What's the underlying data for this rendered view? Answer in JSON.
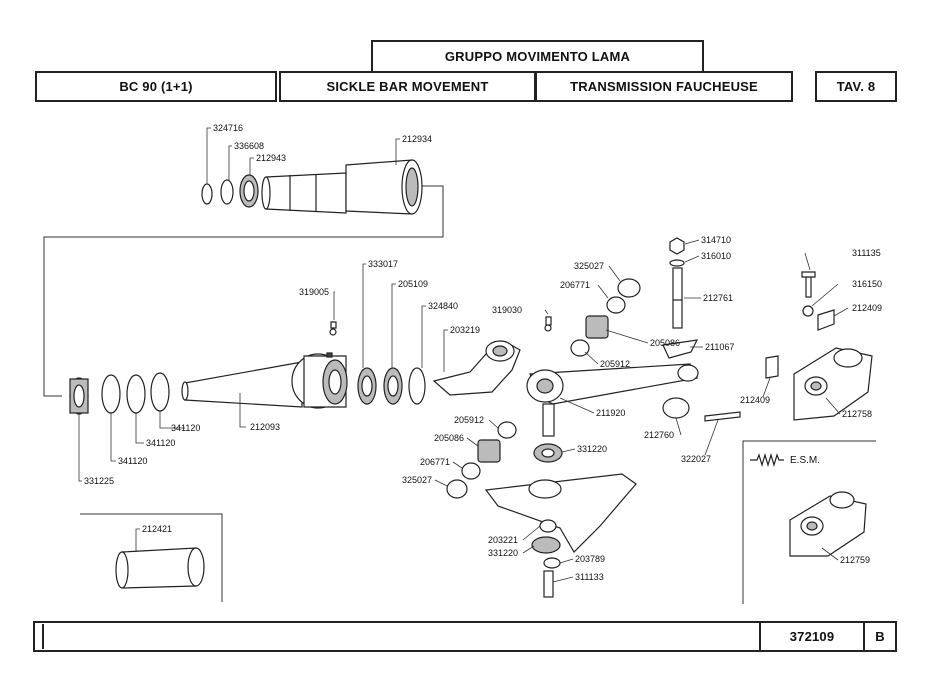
{
  "header": {
    "group_title": "GRUPPO MOVIMENTO LAMA",
    "model": "BC 90 (1+1)",
    "title_en": "SICKLE BAR MOVEMENT",
    "title_fr": "TRANSMISSION FAUCHEUSE",
    "table": "TAV. 8"
  },
  "footer": {
    "code": "372109",
    "revision": "B"
  },
  "inset": {
    "esm_label": "E.S.M."
  },
  "parts": {
    "p324716": "324716",
    "p336608": "336608",
    "p212943": "212943",
    "p212934": "212934",
    "p333017": "333017",
    "p205109": "205109",
    "p324840": "324840",
    "p203219": "203219",
    "p319005": "319005",
    "p319030": "319030",
    "p325027a": "325027",
    "p206771a": "206771",
    "p205086a": "205086",
    "p205912a": "205912",
    "p314710": "314710",
    "p316010": "316010",
    "p212761": "212761",
    "p211067": "211067",
    "p311135": "311135",
    "p316150": "316150",
    "p212409a": "212409",
    "p212409b": "212409",
    "p212758": "212758",
    "p211920": "211920",
    "p212760": "212760",
    "p322027": "322027",
    "p331220a": "331220",
    "p205912b": "205912",
    "p205086b": "205086",
    "p206771b": "206771",
    "p325027b": "325027",
    "p341120a": "341120",
    "p341120b": "341120",
    "p341120c": "341120",
    "p331225": "331225",
    "p212093": "212093",
    "p212421": "212421",
    "p203221": "203221",
    "p331220b": "331220",
    "p203789": "203789",
    "p311133": "311133",
    "p212759": "212759"
  }
}
